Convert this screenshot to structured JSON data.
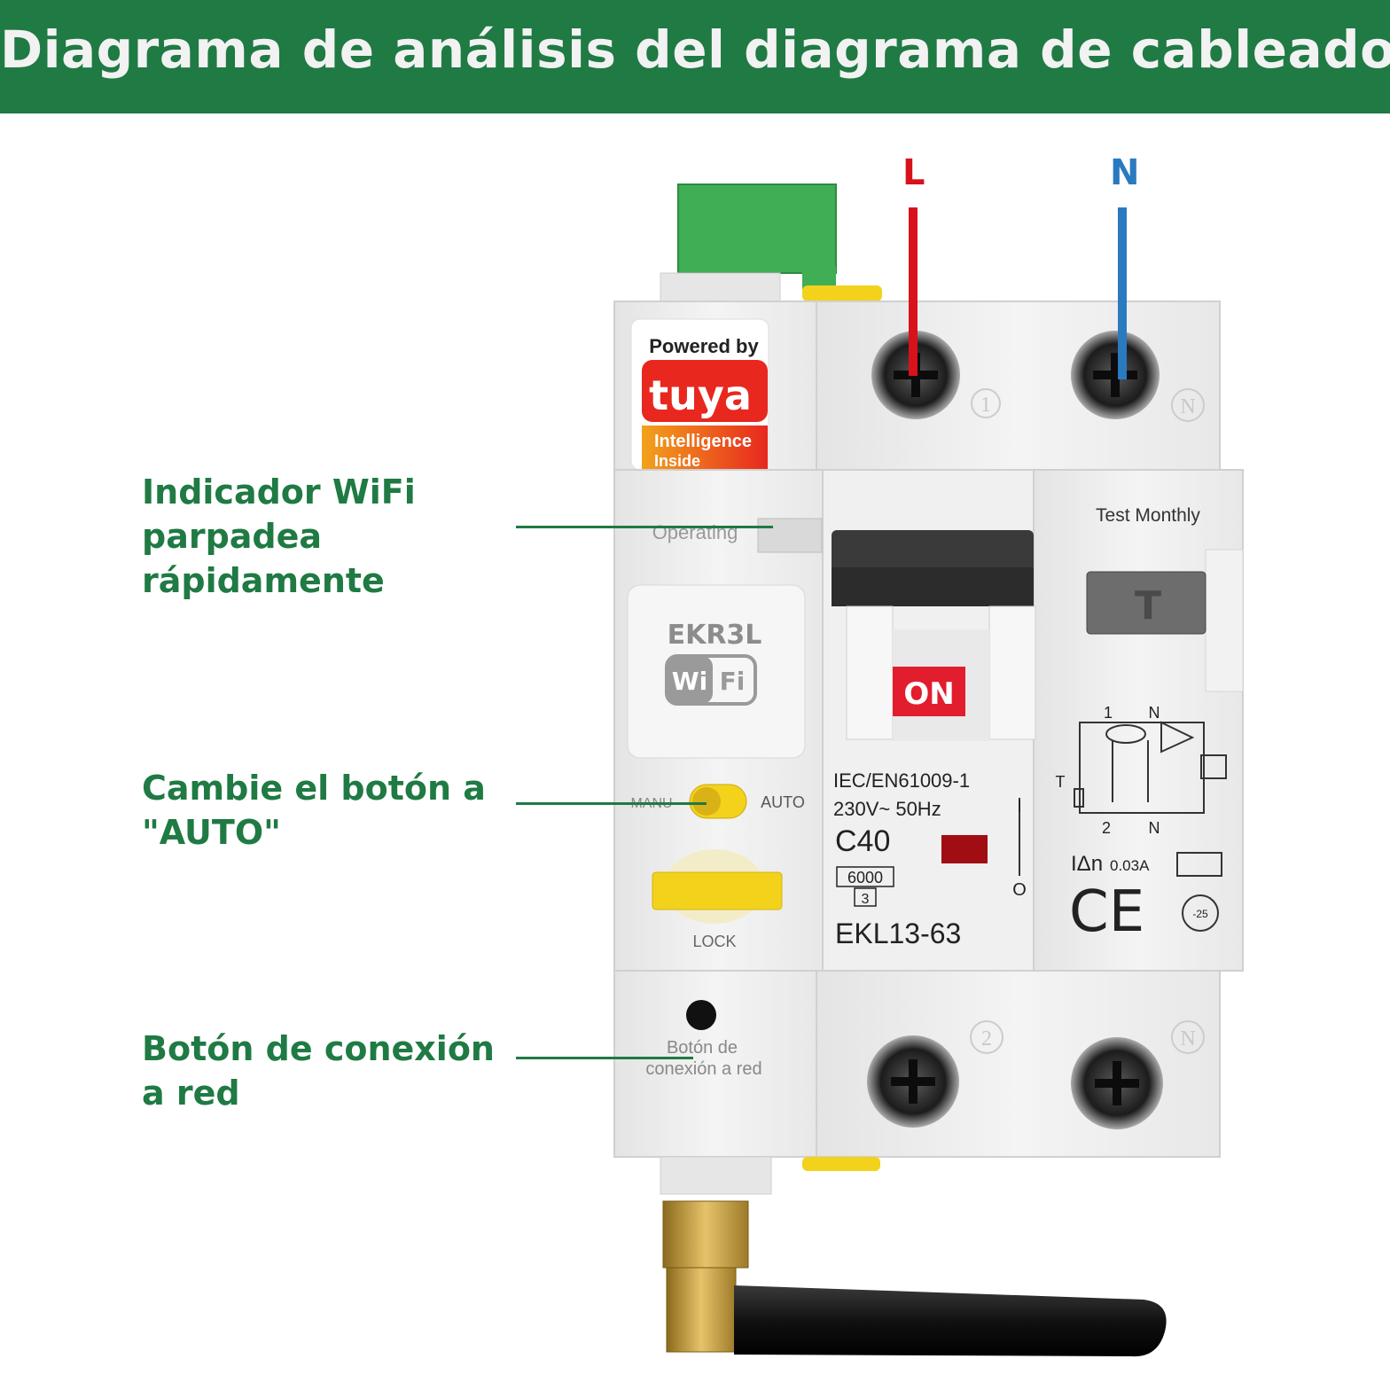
{
  "header": {
    "title": "Diagrama de análisis del diagrama de cableado"
  },
  "wires": {
    "line": {
      "label": "L",
      "color": "#d8121b"
    },
    "neutral": {
      "label": "N",
      "color": "#2a7ac0"
    }
  },
  "callouts": {
    "wifi": {
      "line1": "Indicador WiFi",
      "line2": "parpadea",
      "line3": "rápidamente"
    },
    "auto": {
      "line1": "Cambie el botón a",
      "line2": "\"AUTO\""
    },
    "network": {
      "line1": "Botón de conexión",
      "line2": "a red"
    }
  },
  "device": {
    "powered_by": "Powered by",
    "brand": "tuya",
    "brand_tagline1": "Intelligence",
    "brand_tagline2": "Inside",
    "operating": "Operating",
    "model_top": "EKR3L",
    "wifi_left": "Wi",
    "wifi_right": "Fi",
    "test_monthly": "Test Monthly",
    "test_button": "T",
    "on_label": "ON",
    "manu": "MANU",
    "auto": "AUTO",
    "lock": "LOCK",
    "network_button1": "Botón de",
    "network_button2": "conexión a red",
    "standard": "IEC/EN61009-1",
    "voltage": "230V~ 50Hz",
    "rating": "C40",
    "breaking_capacity": "6000",
    "class": "3",
    "model": "EKL13-63",
    "i_on": "I",
    "i_off": "O",
    "residual_symbol": "IΔn",
    "residual_value": "0.03A",
    "ce": "CE",
    "temp": "-25",
    "terminal_top_left": "1",
    "terminal_top_right": "N",
    "terminal_bottom_left": "2",
    "terminal_bottom_right": "N",
    "schem_top_1": "1",
    "schem_top_n": "N",
    "schem_bottom_2": "2",
    "schem_bottom_n": "N",
    "schem_t": "T"
  },
  "colors": {
    "accent": "#1f7a43",
    "tuya_red": "#e8271f",
    "knob_yellow": "#f2d21b",
    "on_red": "#e11d2e"
  }
}
